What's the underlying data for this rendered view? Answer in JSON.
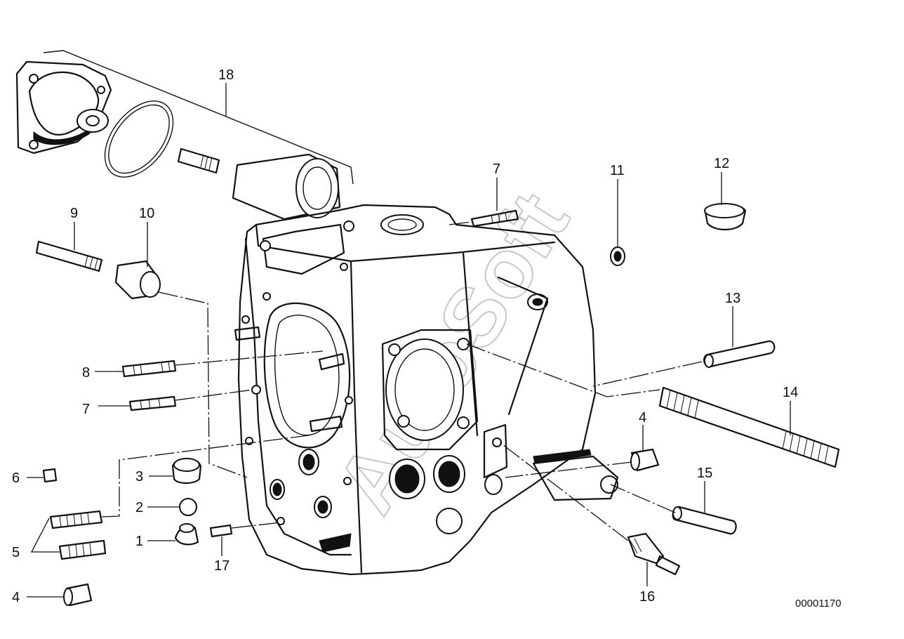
{
  "diagram": {
    "document_number": "00001170",
    "watermark": "AutoSoft",
    "callouts": [
      {
        "id": "c1",
        "label": "1"
      },
      {
        "id": "c2",
        "label": "2"
      },
      {
        "id": "c3",
        "label": "3"
      },
      {
        "id": "c4a",
        "label": "4"
      },
      {
        "id": "c4b",
        "label": "4"
      },
      {
        "id": "c5",
        "label": "5"
      },
      {
        "id": "c6",
        "label": "6"
      },
      {
        "id": "c7a",
        "label": "7"
      },
      {
        "id": "c7b",
        "label": "7"
      },
      {
        "id": "c8",
        "label": "8"
      },
      {
        "id": "c9",
        "label": "9"
      },
      {
        "id": "c10",
        "label": "10"
      },
      {
        "id": "c11",
        "label": "11"
      },
      {
        "id": "c12",
        "label": "12"
      },
      {
        "id": "c13",
        "label": "13"
      },
      {
        "id": "c14",
        "label": "14"
      },
      {
        "id": "c15",
        "label": "15"
      },
      {
        "id": "c16",
        "label": "16"
      },
      {
        "id": "c17",
        "label": "17"
      },
      {
        "id": "c18",
        "label": "18"
      }
    ]
  }
}
